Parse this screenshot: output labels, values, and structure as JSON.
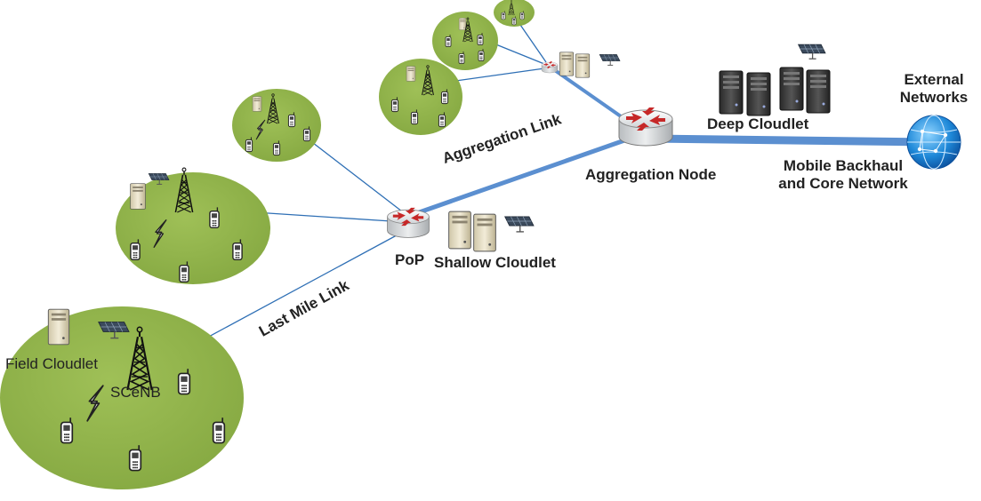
{
  "labels": {
    "external_networks": "External\nNetworks",
    "deep_cloudlet": "Deep Cloudlet",
    "aggregation_link": "Aggregation Link",
    "aggregation_node": "Aggregation Node",
    "mobile_backhaul": "Mobile Backhaul\nand Core Network",
    "pop": "PoP",
    "shallow_cloudlet": "Shallow Cloudlet",
    "last_mile_link": "Last Mile Link",
    "field_cloudlet": "Field Cloudlet",
    "scenb": "SCeNB"
  },
  "colors": {
    "cell_fill": "#8fb04a",
    "thin_link": "#2e6fb5",
    "thick_link": "#5b8fd0",
    "router": "#c0392b",
    "server": "#3a3a3a"
  },
  "icons": [
    "router-icon",
    "server-icon",
    "cell-tower-icon",
    "mobile-phone-icon",
    "solar-panel-icon",
    "globe-icon",
    "lightning-icon"
  ]
}
